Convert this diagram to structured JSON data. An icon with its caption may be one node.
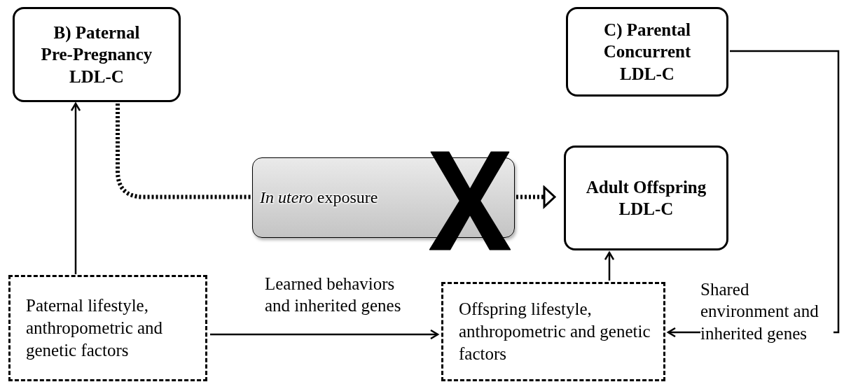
{
  "diagram": {
    "nodes": [
      {
        "text": [
          "B) Paternal Pre-Pregnancy LDL-C"
        ]
      },
      {
        "text": [
          "C) Parental Concurrent LDL-C"
        ]
      },
      {
        "text": [
          "*In utero* exposure"
        ]
      },
      {
        "text": [
          "Adult Offspring LDL-C"
        ]
      },
      {
        "text": [
          "Paternal lifestyle, anthropometric and genetic factors"
        ]
      },
      {
        "text": [
          "Offspring lifestyle, anthropometric and genetic factors"
        ]
      },
      {
        "text": [],
        "shape": "cross"
      }
    ],
    "edges": [
      {
        "from": 4,
        "to": 0,
        "arrow": "to"
      },
      {
        "from": 0,
        "to": 2,
        "arrow": "none",
        "style": "dashed"
      },
      {
        "from": 2,
        "to": 3,
        "arrow": "to",
        "style": "dashed"
      },
      {
        "from": 4,
        "to": 5,
        "arrow": "to",
        "label": "Learned behaviors and inherited genes"
      },
      {
        "from": 5,
        "to": 3,
        "arrow": "to"
      },
      {
        "from": 1,
        "to": 5,
        "arrow": "to",
        "label": "Shared environment and inherited genes"
      }
    ]
  }
}
